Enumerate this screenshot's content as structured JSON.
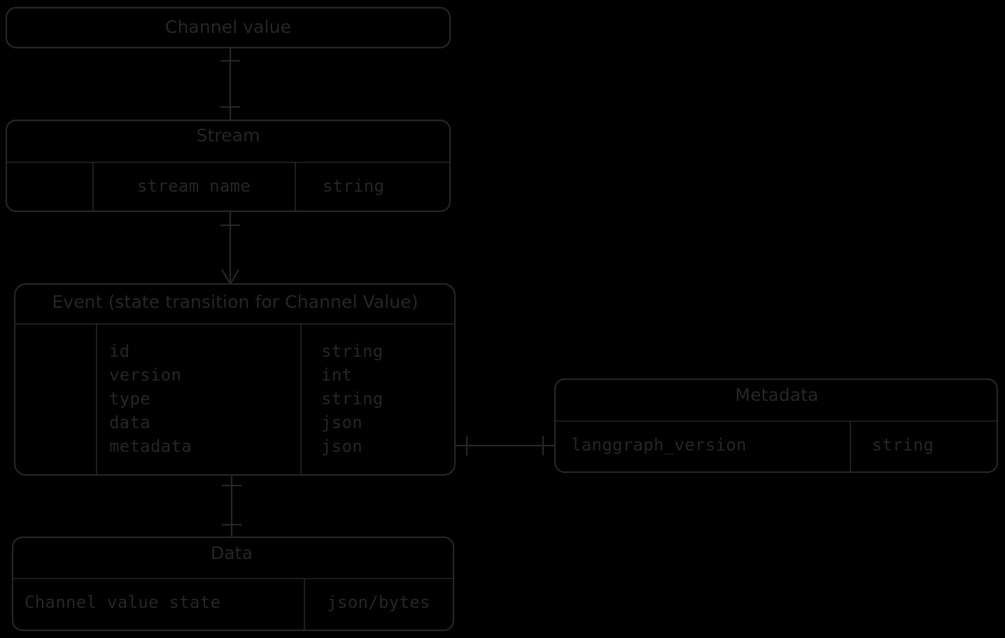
{
  "diagram": {
    "type": "entity-relationship-diagram",
    "theme": "dark",
    "background_color": "#000000",
    "stroke_color": "#262626",
    "text_color": "#262626",
    "entities": [
      {
        "id": "channel_value",
        "title": "Channel value",
        "attributes": []
      },
      {
        "id": "stream",
        "title": "Stream",
        "attributes": [
          {
            "key": "",
            "name": "stream name",
            "type": "string"
          }
        ]
      },
      {
        "id": "event",
        "title": "Event (state transition for Channel Value)",
        "attributes": [
          {
            "key": "",
            "name": "id",
            "type": "string"
          },
          {
            "key": "",
            "name": "version",
            "type": "int"
          },
          {
            "key": "",
            "name": "type",
            "type": "string"
          },
          {
            "key": "",
            "name": "data",
            "type": "json"
          },
          {
            "key": "",
            "name": "metadata",
            "type": "json"
          }
        ]
      },
      {
        "id": "metadata",
        "title": "Metadata",
        "attributes": [
          {
            "name": "langgraph_version",
            "type": "string"
          }
        ]
      },
      {
        "id": "data",
        "title": "Data",
        "attributes": [
          {
            "name": "Channel value state",
            "type": "json/bytes"
          }
        ]
      }
    ],
    "relationships": [
      {
        "from": "channel_value",
        "to": "stream",
        "cardinality": "one-to-one",
        "label": ""
      },
      {
        "from": "stream",
        "to": "event",
        "cardinality": "one-to-many",
        "label": ""
      },
      {
        "from": "event",
        "to": "metadata",
        "cardinality": "one-to-one",
        "label": ""
      },
      {
        "from": "event",
        "to": "data",
        "cardinality": "one-to-one",
        "label": ""
      }
    ]
  }
}
